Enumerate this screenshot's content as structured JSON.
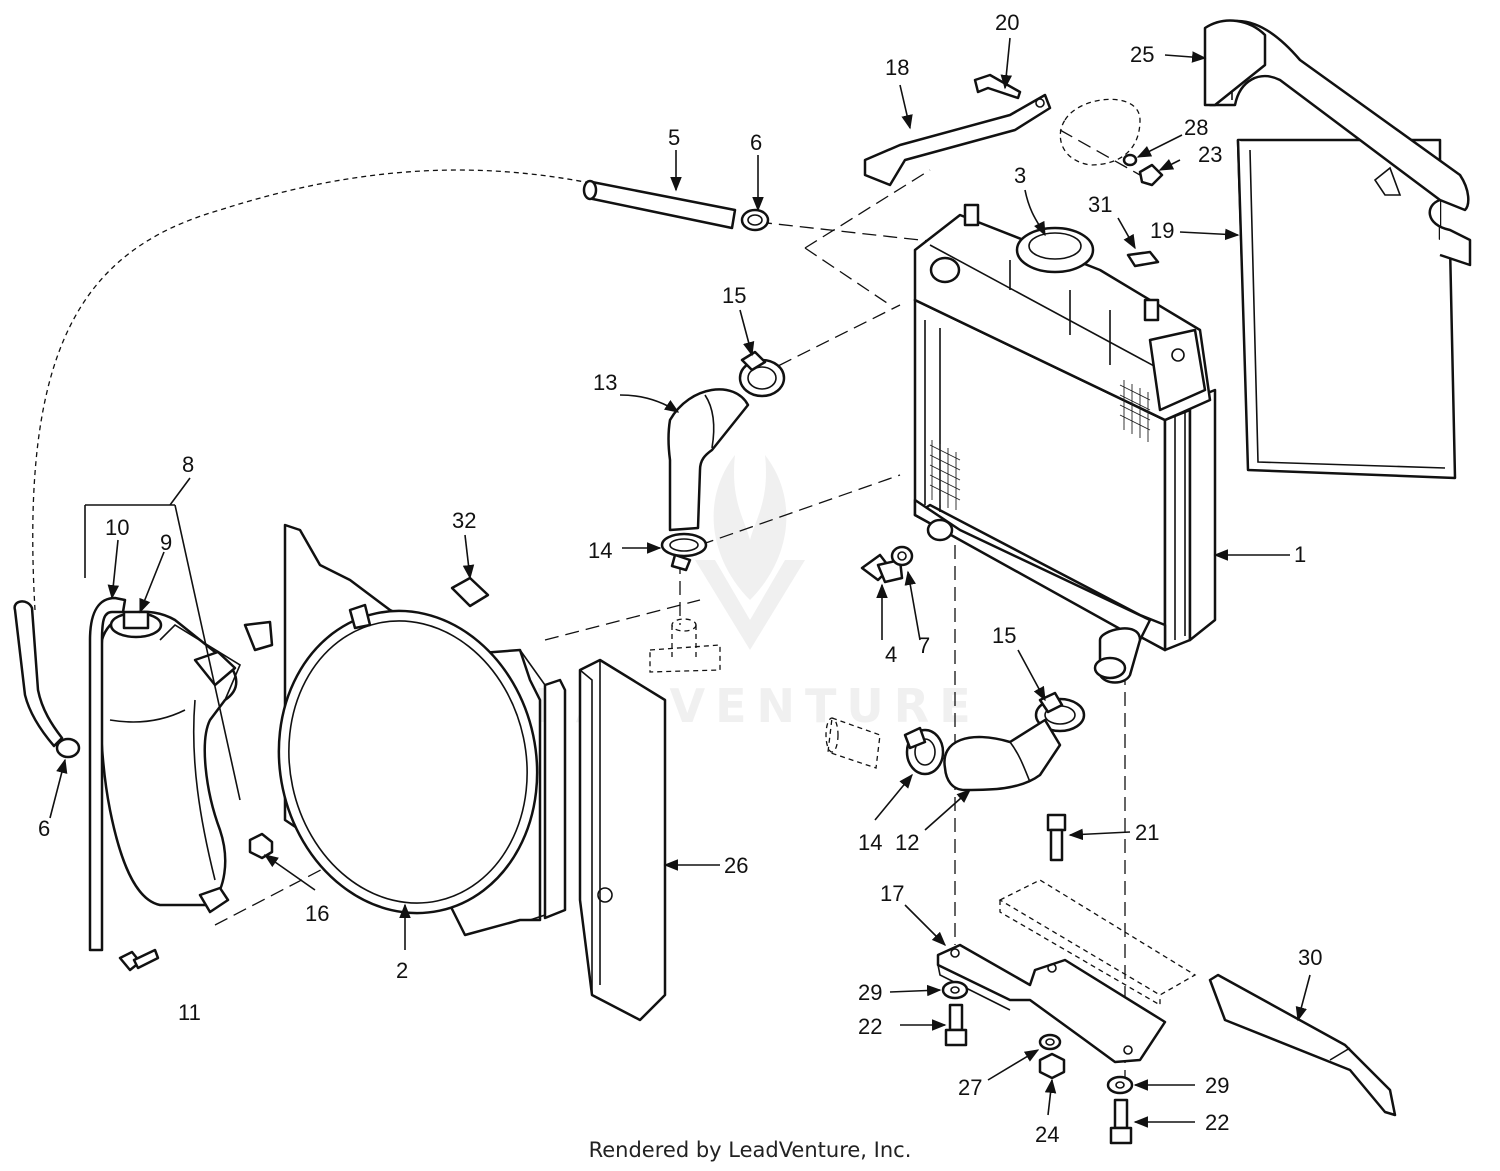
{
  "diagram": {
    "callouts": [
      "1",
      "2",
      "3",
      "4",
      "5",
      "6",
      "6",
      "7",
      "8",
      "9",
      "10",
      "11",
      "12",
      "13",
      "14",
      "14",
      "15",
      "15",
      "16",
      "17",
      "18",
      "19",
      "20",
      "21",
      "22",
      "22",
      "23",
      "24",
      "25",
      "26",
      "27",
      "28",
      "29",
      "29",
      "30",
      "31",
      "32"
    ]
  },
  "watermark": "LEADVENTURE",
  "footer": "Rendered by LeadVenture, Inc."
}
